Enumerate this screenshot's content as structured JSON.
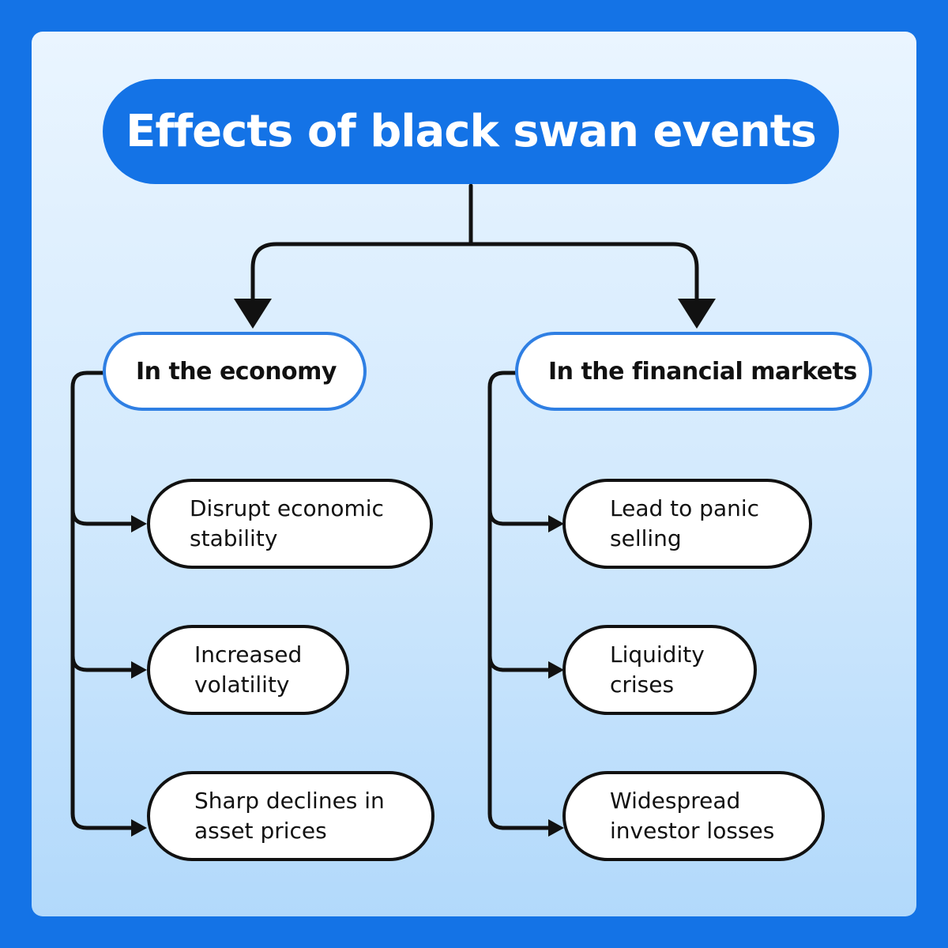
{
  "title": "Effects of black swan events",
  "branches": [
    {
      "label": "In the economy",
      "items": [
        {
          "line1": "Disrupt economic",
          "line2": "stability"
        },
        {
          "line1": "Increased",
          "line2": "volatility"
        },
        {
          "line1": "Sharp declines in",
          "line2": "asset prices"
        }
      ]
    },
    {
      "label": "In the financial markets",
      "items": [
        {
          "line1": "Lead to panic",
          "line2": "selling"
        },
        {
          "line1": "Liquidity",
          "line2": "crises"
        },
        {
          "line1": "Widespread",
          "line2": "investor losses"
        }
      ]
    }
  ],
  "colors": {
    "brand_blue": "#1473e6",
    "category_border": "#2f7fe3",
    "leaf_border": "#111111"
  }
}
